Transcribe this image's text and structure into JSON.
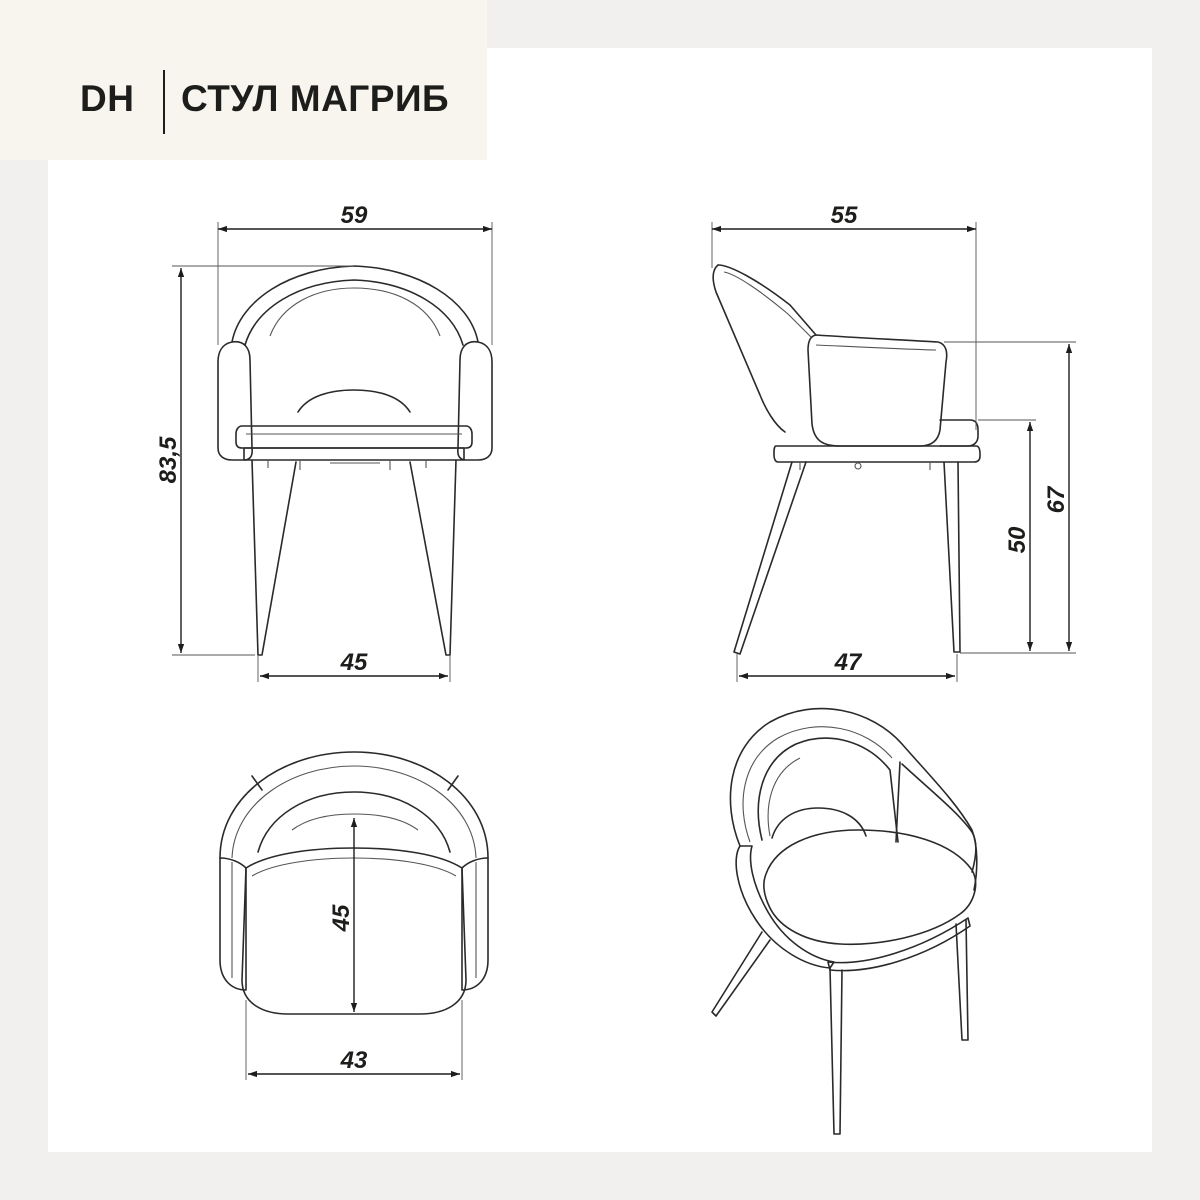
{
  "header": {
    "brand": "DH",
    "product_name": "СТУЛ МАГРИБ"
  },
  "dimensions": {
    "front_width": "59",
    "front_height": "83,5",
    "front_leg_span": "45",
    "side_depth": "55",
    "side_seat_height": "50",
    "side_arm_height": "67",
    "side_leg_span": "47",
    "top_seat_depth": "45",
    "top_seat_width": "43"
  },
  "colors": {
    "background": "#ffffff",
    "title_panel": "#f8f5ee",
    "line": "#2a2a2a",
    "text": "#1d1d1b"
  }
}
